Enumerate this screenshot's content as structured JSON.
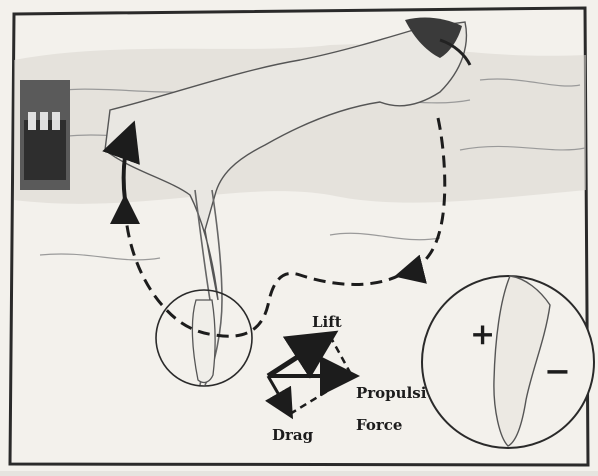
{
  "labels": {
    "lift": "Lift",
    "propulsive_1": "Propulsive",
    "propulsive_2": "Force",
    "drag": "Drag",
    "plus": "+",
    "minus": "−"
  },
  "colors": {
    "paper": "#f3f1ec",
    "ink": "#1c1c1c",
    "sketch_gray": "#8a8a8a",
    "border": "#2a2a2a"
  }
}
